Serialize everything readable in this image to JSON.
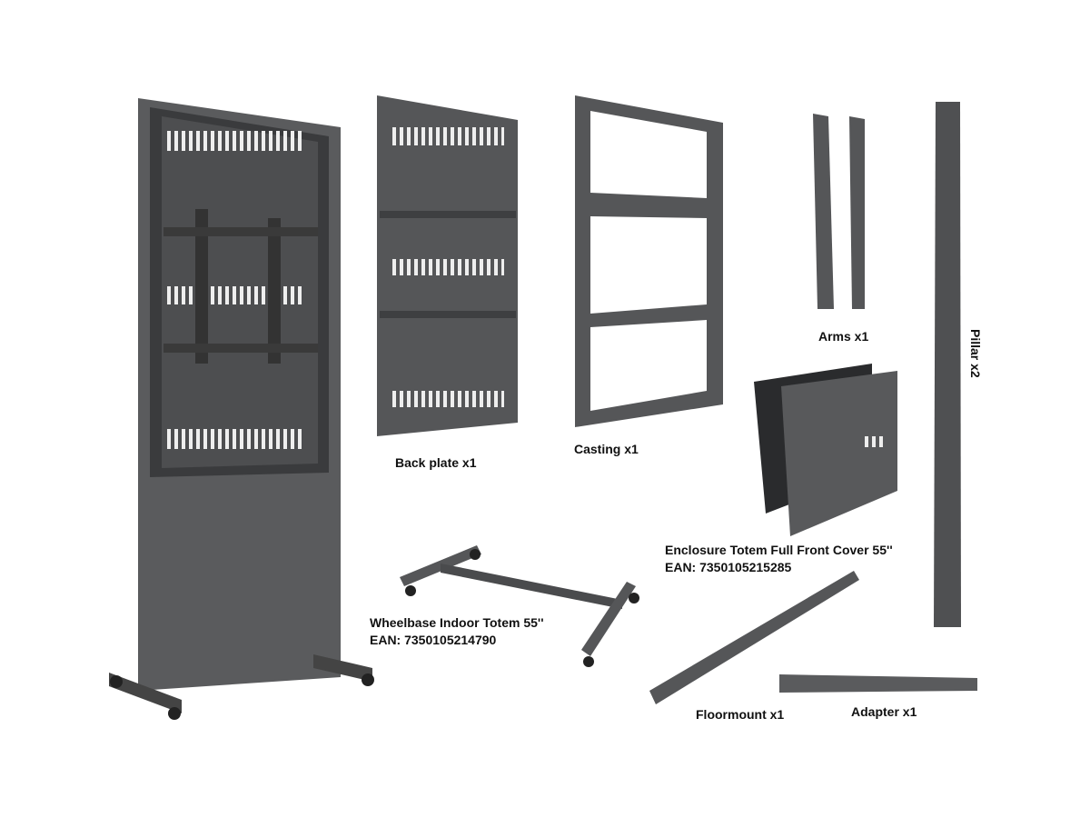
{
  "parts": {
    "back_plate": "Back plate x1",
    "casting": "Casting x1",
    "arms": "Arms x1",
    "pillar": "Pillar x2",
    "enclosure_title": "Enclosure Totem Full Front Cover 55''",
    "enclosure_ean": "EAN: 7350105215285",
    "wheelbase_title": "Wheelbase Indoor Totem 55''",
    "wheelbase_ean": "EAN: 7350105214790",
    "floormount": "Floormount x1",
    "adapter": "Adapter x1"
  },
  "colors": {
    "metal": "#555658",
    "metal_dark": "#333436",
    "metal_light": "#6b6c6e"
  }
}
